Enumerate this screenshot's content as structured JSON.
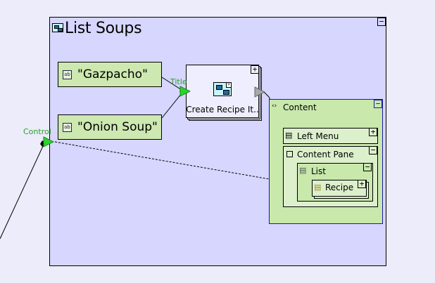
{
  "diagram": {
    "outer_component": {
      "title": "List Soups",
      "icon": "component-screen-icon",
      "collapse_button": "−"
    },
    "string_nodes": [
      {
        "label": "\"Gazpacho\"",
        "icon": "string-icon"
      },
      {
        "label": "\"Onion Soup\"",
        "icon": "string-icon"
      }
    ],
    "create_component": {
      "label": "Create Recipe It..",
      "icon": "flow-diagram-icon",
      "expand_button": "+",
      "input_port": "Title"
    },
    "control_port": {
      "label": "Control"
    },
    "content_panel": {
      "label": "Content",
      "icon": "angle-brackets-icon",
      "collapse_button": "−",
      "children": [
        {
          "label": "Left Menu",
          "icon": "list-icon",
          "button": "+"
        },
        {
          "label": "Content Pane",
          "icon": "square-icon",
          "button": "−",
          "children": [
            {
              "label": "List",
              "icon": "list-icon",
              "button": "−",
              "children": [
                {
                  "label": "Recipe",
                  "icon": "list-icon",
                  "button": "+"
                }
              ]
            }
          ]
        }
      ]
    },
    "colors": {
      "canvas": "#ececfa",
      "component_bg": "#d6d6fe",
      "node_green": "#cde8b0",
      "port_green": "#2ad42a",
      "port_gray": "#a0a0a0",
      "content_border": "#1a1aa0"
    }
  }
}
